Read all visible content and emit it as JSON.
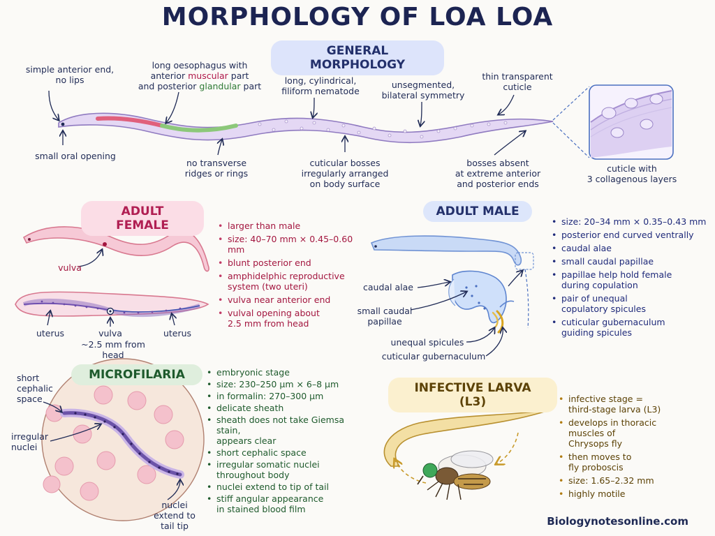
{
  "title": "MORPHOLOGY OF LOA LOA",
  "general": {
    "heading": "GENERAL MORPHOLOGY",
    "labels": {
      "anterior": "simple anterior end,\nno lips",
      "oesophagus_a": "long oesophagus with",
      "oesophagus_b": "anterior ",
      "oesophagus_muscular": "muscular",
      "oesophagus_c": " part",
      "oesophagus_d": "and posterior ",
      "oesophagus_glandular": "glandular",
      "oesophagus_e": " part",
      "cylindrical": "long, cylindrical,\nfiliform nematode",
      "unsegmented": "unsegmented,\nbilateral symmetry",
      "cuticle": "thin transparent\ncuticle",
      "oral": "small oral opening",
      "ridges": "no transverse\nridges or rings",
      "bosses": "cuticular bosses\nirregularly arranged\non body surface",
      "bosses_absent": "bosses absent\nat extreme anterior\nand posterior ends",
      "cuticle_layers": "cuticle with\n3 collagenous layers"
    }
  },
  "female": {
    "heading": "ADULT FEMALE",
    "labels": {
      "vulva_top": "vulva",
      "uterus_left": "uterus",
      "vulva_bottom": "vulva",
      "distance": "~2.5 mm from head",
      "uterus_right": "uterus"
    },
    "bullets": [
      "larger than male",
      "size: 40–70 mm × 0.45–0.60 mm",
      "blunt posterior end",
      "amphidelphic reproductive\nsystem (two uteri)",
      "vulva near anterior end",
      "vulval opening about\n2.5 mm from head"
    ]
  },
  "male": {
    "heading": "ADULT MALE",
    "labels": {
      "caudal_alae": "caudal alae",
      "small_papillae": "small caudal\npapillae",
      "spicules": "unequal spicules",
      "gubernaculum": "cuticular gubernaculum"
    },
    "bullets": [
      "size: 20–34 mm × 0.35–0.43 mm",
      "posterior end curved ventrally",
      "caudal alae",
      "small caudal papillae",
      "papillae help hold female\nduring copulation",
      "pair of unequal\ncopulatory spicules",
      "cuticular gubernaculum\nguiding spicules"
    ]
  },
  "microfilaria": {
    "heading": "MICROFILARIA",
    "labels": {
      "cephalic": "short\ncephalic\nspace",
      "nuclei": "irregular\nnuclei",
      "tail": "nuclei\nextend to\ntail tip"
    },
    "bullets": [
      "embryonic stage",
      "size: 230–250 µm × 6–8 µm",
      "in formalin: 270–300 µm",
      "delicate sheath",
      "sheath does not take Giemsa stain,\nappears clear",
      "short cephalic space",
      "irregular somatic nuclei\nthroughout body",
      "nuclei extend to tip of tail",
      "stiff angular appearance\nin stained blood film"
    ]
  },
  "larva": {
    "heading": "INFECTIVE LARVA (L3)",
    "bullets": [
      "infective stage =\nthird-stage larva (L3)",
      "develops in thoracic\nmuscles of\nChrysops fly",
      "then moves to\nfly proboscis",
      "size: 1.65–2.32 mm",
      "highly motile"
    ]
  },
  "website": "Biologynotesonline.com",
  "colors": {
    "navy": "#1f2a55",
    "female": "#a3163f",
    "microfilaria": "#1e5a2c",
    "larva": "#5c4206"
  }
}
